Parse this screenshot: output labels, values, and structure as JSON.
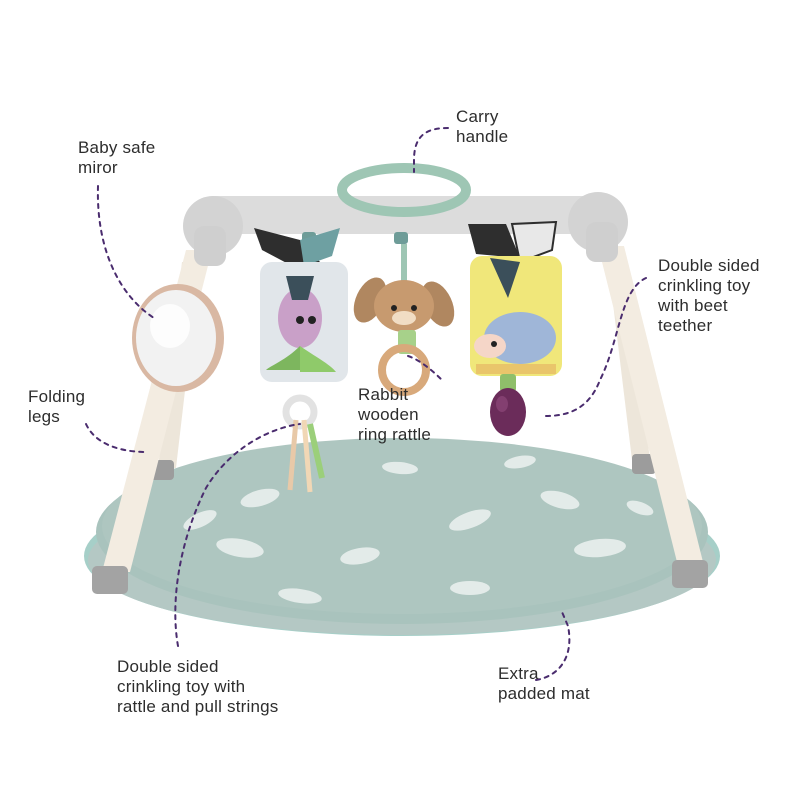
{
  "colors": {
    "callout_line": "#4a2c6e",
    "frame": "#d9d9d9",
    "legs": "#f3ece1",
    "handle": "#9ec6b4",
    "mat": "#a9c3bd",
    "mat_edge": "#a6cfc8"
  },
  "callouts": {
    "carry_handle": "Carry\nhandle",
    "mirror": "Baby safe\nmiror",
    "crinkle_right": "Double sided\ncrinkling toy\nwith beet\nteether",
    "rabbit": "Rabbit\nwooden\nring rattle",
    "folding_legs": "Folding\nlegs",
    "crinkle_bottom": "Double sided\ncrinkling toy with\nrattle and pull strings",
    "mat": "Extra\npadded mat"
  },
  "illustration": {
    "subject": "baby-play-gym",
    "parts": [
      "frame",
      "carry-handle",
      "mirror",
      "tulip-crinkle-toy",
      "rabbit-rattle",
      "hedgehog-crinkle-toy",
      "beet-teether",
      "folding-legs",
      "padded-mat"
    ]
  }
}
